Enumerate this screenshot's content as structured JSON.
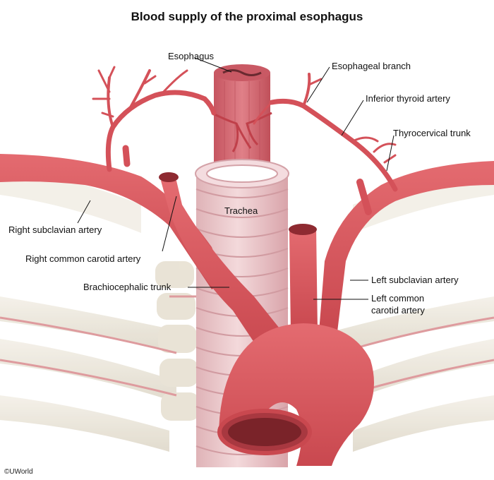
{
  "title": "Blood supply of the proximal esophagus",
  "labels": {
    "esophagus": "Esophagus",
    "esophageal_branch": "Esophageal branch",
    "inferior_thyroid_artery": "Inferior thyroid artery",
    "thyrocervical_trunk": "Thyrocervical trunk",
    "trachea": "Trachea",
    "right_subclavian_artery": "Right subclavian artery",
    "right_common_carotid_artery": "Right common carotid artery",
    "brachiocephalic_trunk": "Brachiocephalic trunk",
    "left_subclavian_artery": "Left subclavian artery",
    "left_common_carotid_artery_line1": "Left common",
    "left_common_carotid_artery_line2": "carotid artery"
  },
  "copyright": "©UWorld",
  "colors": {
    "artery": "#d9585e",
    "artery_dark": "#b63a42",
    "esophagus": "#d46a72",
    "trachea": "#ecc6c9",
    "trachea_ring": "#d9a9ae",
    "bone": "#ece7db"
  }
}
